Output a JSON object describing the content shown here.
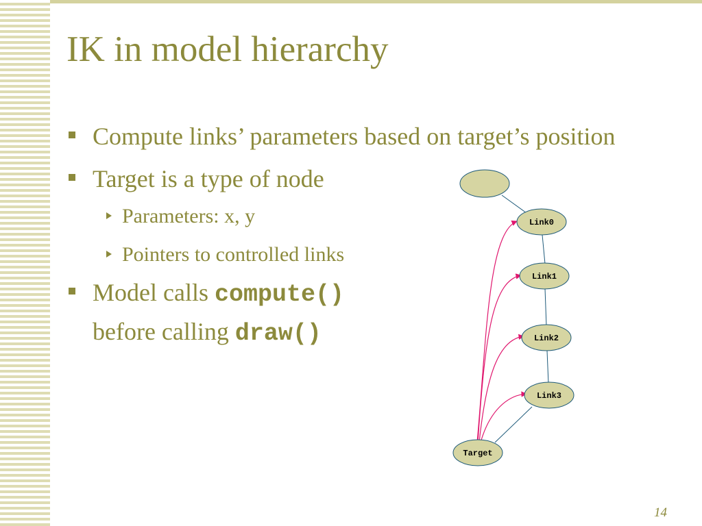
{
  "slide": {
    "title": "IK in model hierarchy",
    "page_number": "14"
  },
  "bullets": {
    "b1": "Compute links’ parameters based on target’s position",
    "b2": "Target is a type of node",
    "b2_sub1": "Parameters: x, y",
    "b2_sub2": "Pointers to controlled links",
    "b3_part1": "Model calls ",
    "b3_code1": "compute()",
    "b3_part2": "before calling ",
    "b3_code2": "draw()"
  },
  "diagram": {
    "nodes": {
      "root": "",
      "link0": "Link0",
      "link1": "Link1",
      "link2": "Link2",
      "link3": "Link3",
      "target": "Target"
    },
    "colors": {
      "node_fill": "#d6d5a2",
      "node_stroke": "#1e5a7a",
      "hierarchy_edge": "#1e5a7a",
      "control_edge": "#e0176e"
    }
  }
}
